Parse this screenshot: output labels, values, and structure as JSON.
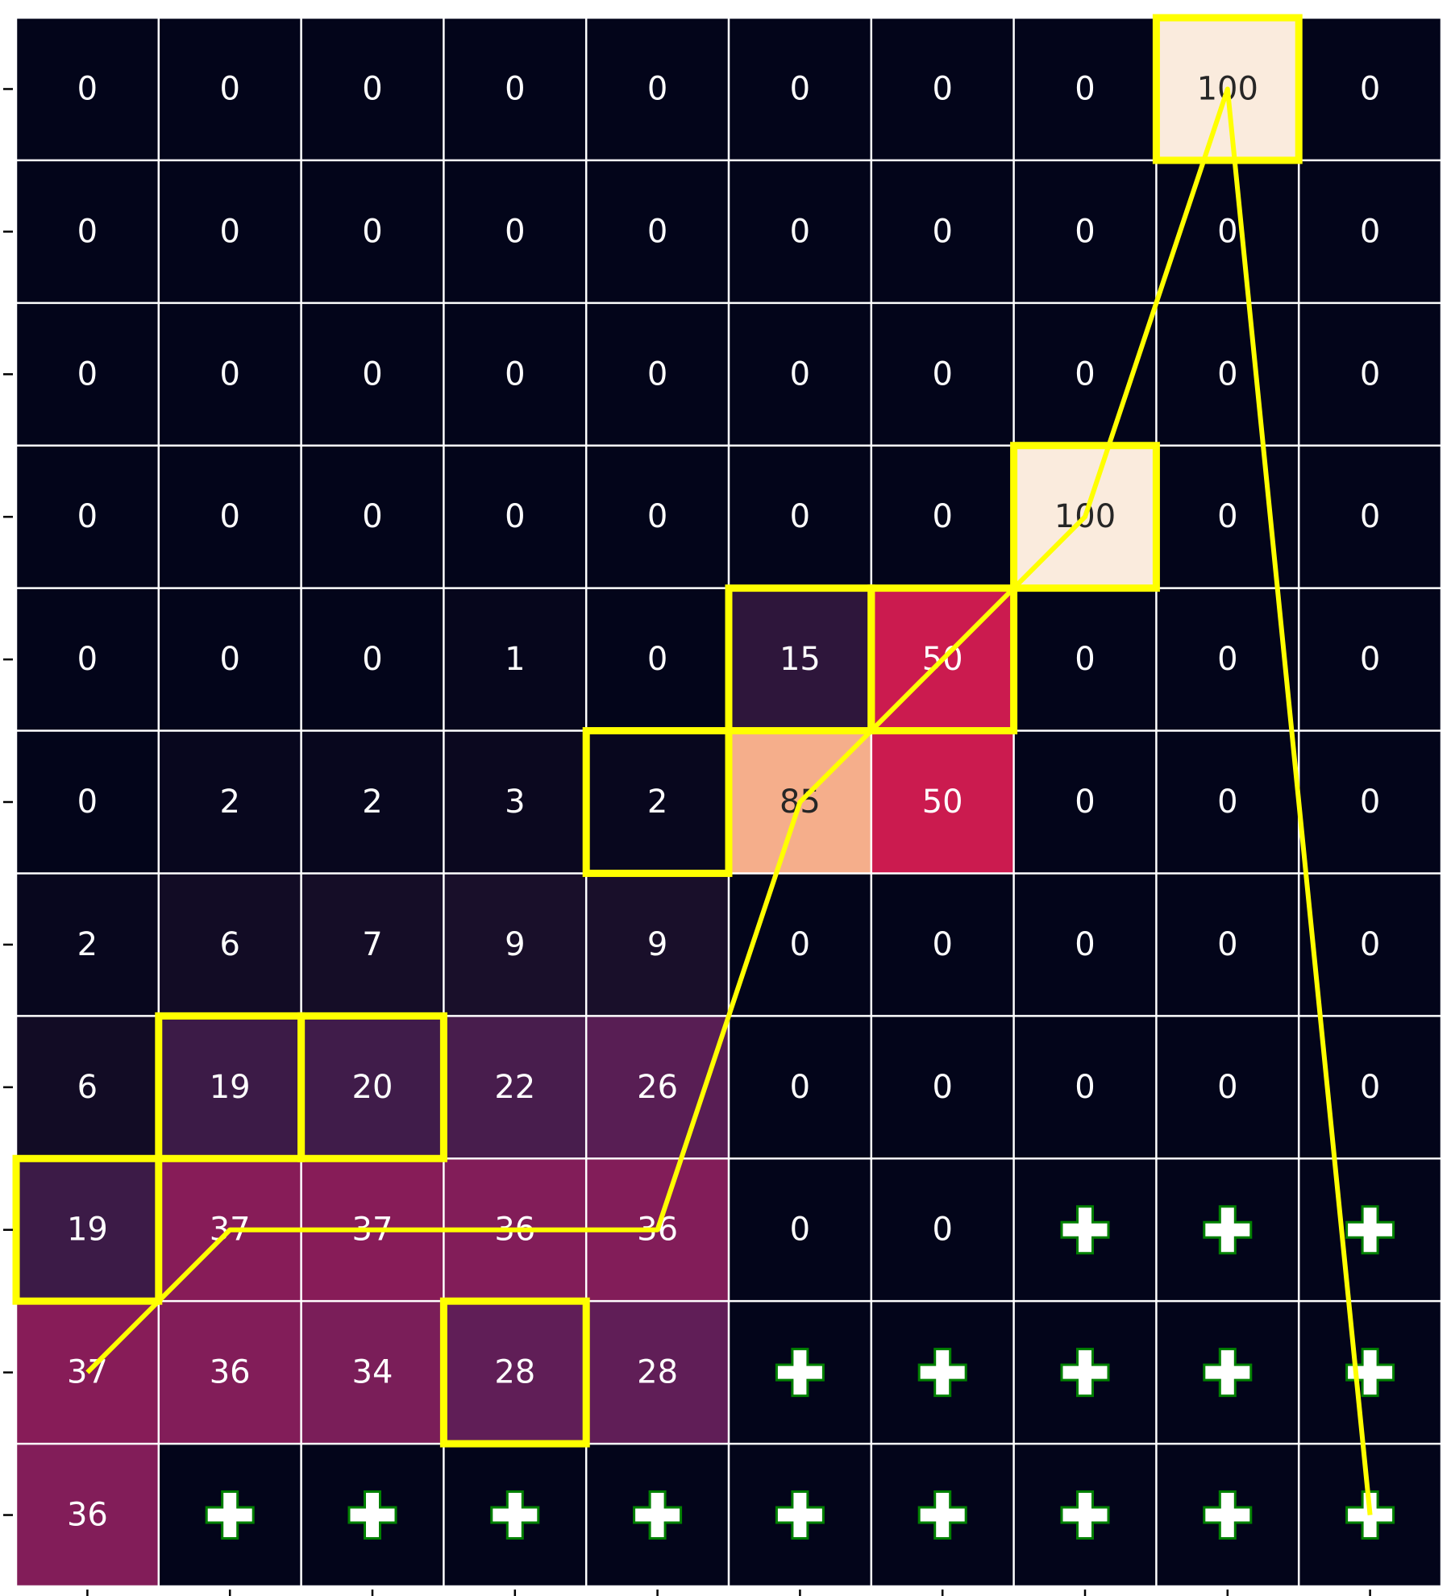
{
  "chart_data": {
    "type": "heatmap",
    "title": "",
    "xlabel": "",
    "ylabel": "",
    "n_rows": 11,
    "n_cols": 10,
    "x_tick_labels": [
      "",
      "",
      "",
      "",
      "",
      "",
      "",
      "",
      "",
      ""
    ],
    "y_tick_labels": [
      "",
      "",
      "",
      "",
      "",
      "",
      "",
      "",
      "",
      "",
      ""
    ],
    "grid": true,
    "colormap": "rocket",
    "value_range": [
      0,
      100
    ],
    "values": [
      [
        0,
        0,
        0,
        0,
        0,
        0,
        0,
        0,
        100,
        0
      ],
      [
        0,
        0,
        0,
        0,
        0,
        0,
        0,
        0,
        0,
        0
      ],
      [
        0,
        0,
        0,
        0,
        0,
        0,
        0,
        0,
        0,
        0
      ],
      [
        0,
        0,
        0,
        0,
        0,
        0,
        0,
        100,
        0,
        0
      ],
      [
        0,
        0,
        0,
        1,
        0,
        15,
        50,
        0,
        0,
        0
      ],
      [
        0,
        2,
        2,
        3,
        2,
        85,
        50,
        0,
        0,
        0
      ],
      [
        2,
        6,
        7,
        9,
        9,
        0,
        0,
        0,
        0,
        0
      ],
      [
        6,
        19,
        20,
        22,
        26,
        0,
        0,
        0,
        0,
        0
      ],
      [
        19,
        37,
        37,
        36,
        36,
        0,
        0,
        null,
        null,
        null
      ],
      [
        37,
        36,
        34,
        28,
        28,
        null,
        null,
        null,
        null,
        null
      ],
      [
        36,
        null,
        null,
        null,
        null,
        null,
        null,
        null,
        null,
        null
      ]
    ],
    "null_cell_marker": "plus-icon",
    "highlighted_cells": [
      [
        0,
        8
      ],
      [
        3,
        7
      ],
      [
        4,
        5
      ],
      [
        4,
        6
      ],
      [
        5,
        4
      ],
      [
        7,
        1
      ],
      [
        7,
        2
      ],
      [
        8,
        0
      ],
      [
        9,
        3
      ]
    ],
    "path": [
      [
        9,
        0
      ],
      [
        8,
        1
      ],
      [
        8,
        2
      ],
      [
        8,
        3
      ],
      [
        8,
        4
      ],
      [
        5,
        5
      ],
      [
        4,
        6
      ],
      [
        3,
        7
      ],
      [
        0,
        8
      ],
      [
        10,
        9
      ]
    ],
    "colors": {
      "highlight": "#ffff00",
      "path": "#ffff00",
      "grid_line": "#ffffff",
      "plus_fill": "#ffffff",
      "plus_stroke": "#008000",
      "text_light": "#ffffff",
      "text_dark": "#262626",
      "tick": "#000000"
    }
  }
}
